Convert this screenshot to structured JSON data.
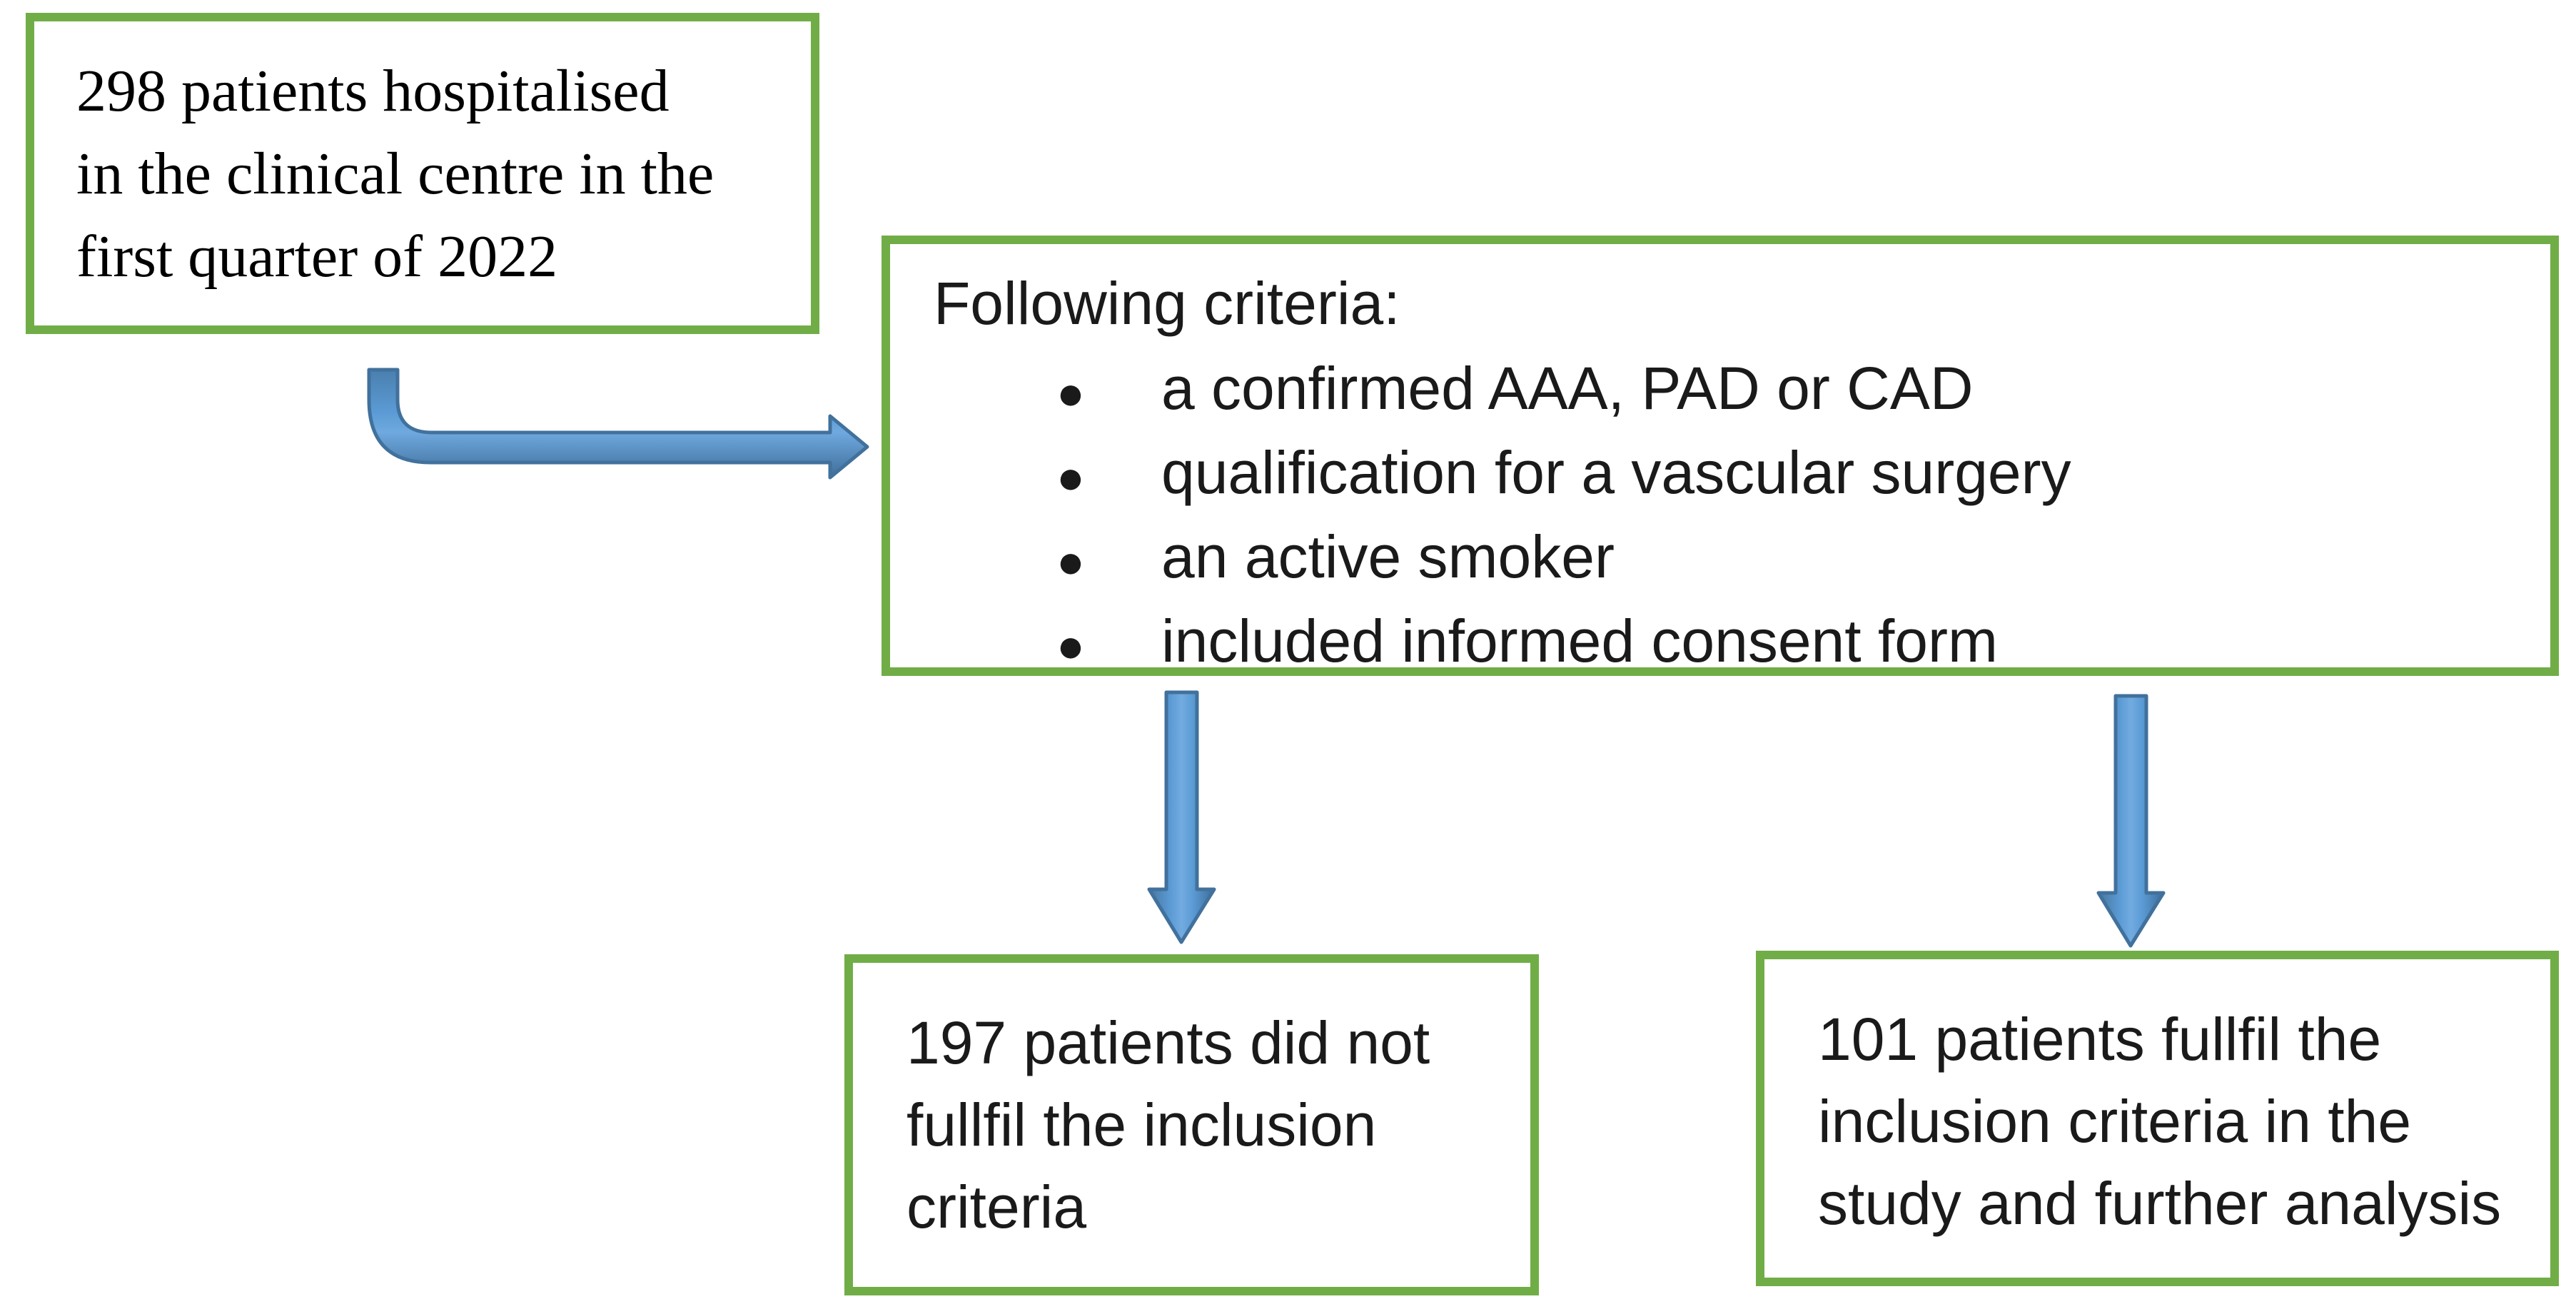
{
  "boxes": {
    "initial": {
      "text": "298 patients hospitalised in the clinical centre in the first quarter of 2022"
    },
    "criteria": {
      "title": "Following criteria:",
      "bullet_glyph": "●",
      "items": [
        "a confirmed AAA, PAD or CAD",
        "qualification for a vascular surgery",
        "an active smoker",
        "included informed consent form"
      ]
    },
    "excluded": {
      "text": "197 patients did not fullfil the inclusion criteria"
    },
    "included": {
      "text": "101 patients fullfil the inclusion criteria in the study and further analysis"
    }
  },
  "arrows": {
    "initial_to_criteria": "bent-right-arrow",
    "criteria_to_excluded": "down-arrow",
    "criteria_to_included": "down-arrow"
  },
  "colors": {
    "box_border": "#70AD47",
    "arrow_fill": "#5B9BD5",
    "arrow_outline": "#41719C",
    "text": "#000000",
    "background": "#FFFFFF"
  }
}
